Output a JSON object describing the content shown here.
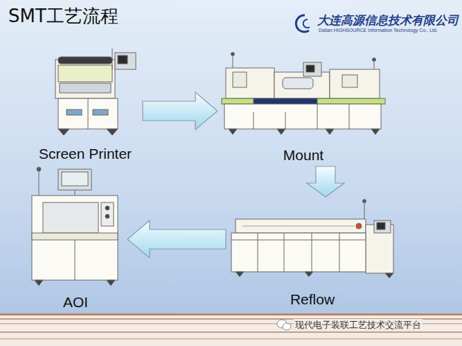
{
  "diagram": {
    "title": "SMT工艺流程",
    "nodes": [
      {
        "text": [
          "Screen Printer"
        ]
      },
      {
        "text": [
          "Mount"
        ]
      },
      {
        "text": [
          "Reflow"
        ]
      },
      {
        "text": [
          "AOI"
        ]
      }
    ],
    "edges": [
      {
        "from": 0,
        "to": 1,
        "arrow": "to"
      },
      {
        "from": 1,
        "to": 2,
        "arrow": "to"
      },
      {
        "from": 2,
        "to": 3,
        "arrow": "to"
      }
    ],
    "labels": [
      "大连高源信息技术有限公司",
      "Dalian HIGHSOURCE Information Technology Co., Ltd.",
      "现代电子装联工艺技术交流平台"
    ]
  }
}
